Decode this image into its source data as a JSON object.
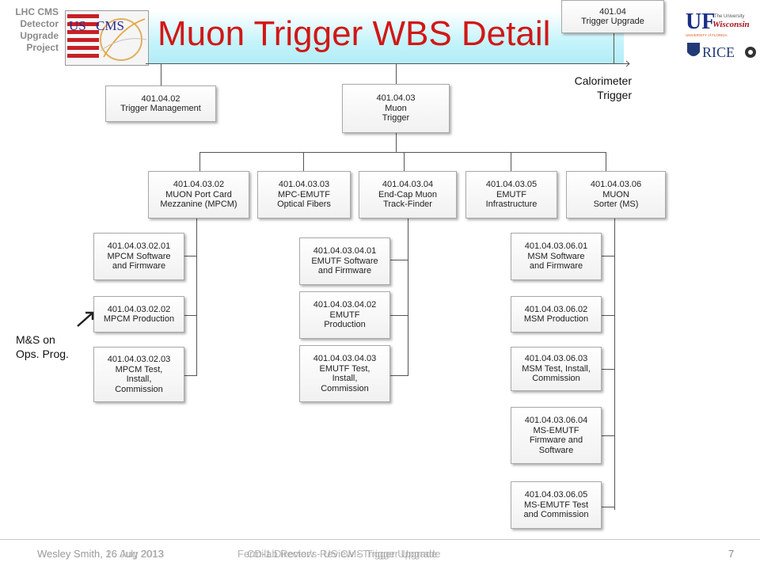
{
  "header": {
    "corner_label": [
      "LHC CMS",
      "Detector",
      "Upgrade",
      "Project"
    ],
    "title": "Muon Trigger WBS Detail",
    "logo_text": "US CMS",
    "logo_left": "US",
    "logo_right": "CMS",
    "univ_logos": {
      "uf": "UF",
      "uf_sub": "UNIVERSITY of FLORIDA",
      "wisc": "Wisconsin",
      "wisc_sub": "The University",
      "rice": "RICE"
    }
  },
  "boxes": {
    "top": [
      "401.04",
      "Trigger Upgrade"
    ],
    "mgmt": [
      "401.04.02",
      "Trigger Management"
    ],
    "muon": [
      "401.04.03",
      "Muon",
      "Trigger"
    ],
    "mpcm": [
      "401.04.03.02",
      "MUON Port Card",
      "Mezzanine (MPCM)"
    ],
    "fibers": [
      "401.04.03.03",
      "MPC-EMUTF",
      "Optical Fibers"
    ],
    "emutf": [
      "401.04.03.04",
      "End-Cap Muon",
      "Track-Finder"
    ],
    "infra": [
      "401.04.03.05",
      "EMUTF",
      "Infrastructure"
    ],
    "sorter": [
      "401.04.03.06",
      "MUON",
      "Sorter (MS)"
    ],
    "mpcm_sw": [
      "401.04.03.02.01",
      "MPCM Software",
      "and Firmware"
    ],
    "mpcm_prod": [
      "401.04.03.02.02",
      "MPCM Production"
    ],
    "mpcm_test": [
      "401.04.03.02.03",
      "MPCM Test,",
      "Install,",
      "Commission"
    ],
    "emutf_sw": [
      "401.04.03.04.01",
      "EMUTF Software",
      "and Firmware"
    ],
    "emutf_prod": [
      "401.04.03.04.02",
      "EMUTF",
      "Production"
    ],
    "emutf_test": [
      "401.04.03.04.03",
      "EMUTF Test,",
      "Install,",
      "Commission"
    ],
    "msm_sw": [
      "401.04.03.06.01",
      "MSM Software",
      "and Firmware"
    ],
    "msm_prod": [
      "401.04.03.06.02",
      "MSM Production"
    ],
    "msm_test": [
      "401.04.03.06.03",
      "MSM Test, Install,",
      "Commission"
    ],
    "ms_fw": [
      "401.04.03.06.04",
      "MS-EMUTF",
      "Firmware and",
      "Software"
    ],
    "ms_test": [
      "401.04.03.06.05",
      "MS-EMUTF Test",
      "and Commission"
    ]
  },
  "annotations": {
    "calorimeter": [
      "Calorimeter",
      "Trigger"
    ],
    "ms_ops": [
      "M&S on",
      "Ops. Prog."
    ]
  },
  "footer": {
    "left_a": "Wesley Smith, 16 July 2013",
    "left_b": "Wesley Smith, 26 Aug 2013",
    "center_a": "CD-1 Director's Review - Trigger Upgrade",
    "center_b": "Fermilab Review - US CMS Trigger Upgrade",
    "page_number": "7"
  },
  "colors": {
    "title": "#d11717",
    "title_bar": "#b2ecf6",
    "box_border": "#a9a9a9",
    "connector": "#555555",
    "footer_text": "#9a9a9a"
  }
}
